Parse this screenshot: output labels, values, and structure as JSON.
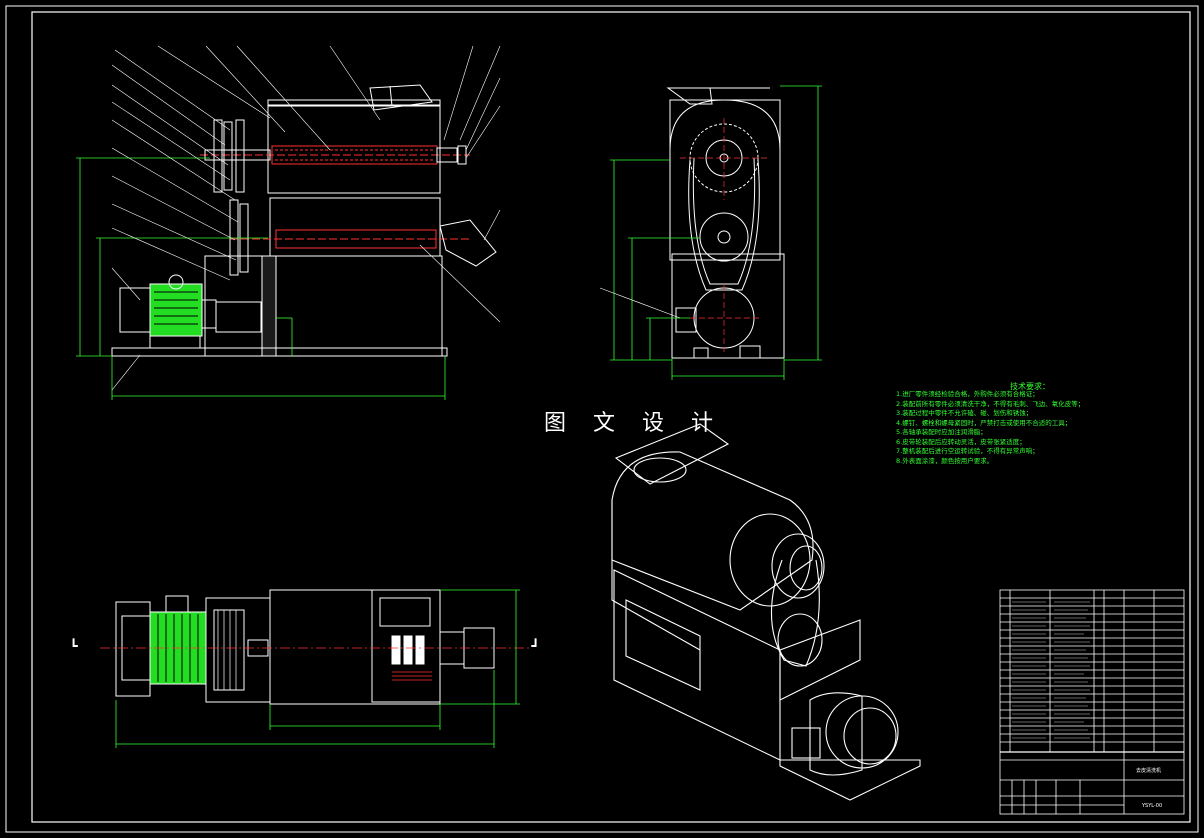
{
  "watermark": "图 文 设 计",
  "technical_requirements": {
    "title": "技术要求：",
    "items": [
      "1.进厂零件须经检验合格，外购件必须有合格证；",
      "2.装配前所有零件必须清洗干净，不得有毛刺、飞边、氧化皮等；",
      "3.装配过程中零件不允许磕、碰、划伤和锈蚀；",
      "4.螺钉、螺栓和螺母紧固时，严禁打击或使用不合适的工具；",
      "5.各轴承装配时应加注润滑脂；",
      "6.皮带轮装配后应转动灵活，皮带张紧适度；",
      "7.整机装配后进行空运转试验，不得有异常声响；",
      "8.外表面涂漆，颜色按用户要求。"
    ]
  },
  "title_block": {
    "drawing_name": "去皮清洗机",
    "drawing_number": "YSYL-00"
  }
}
